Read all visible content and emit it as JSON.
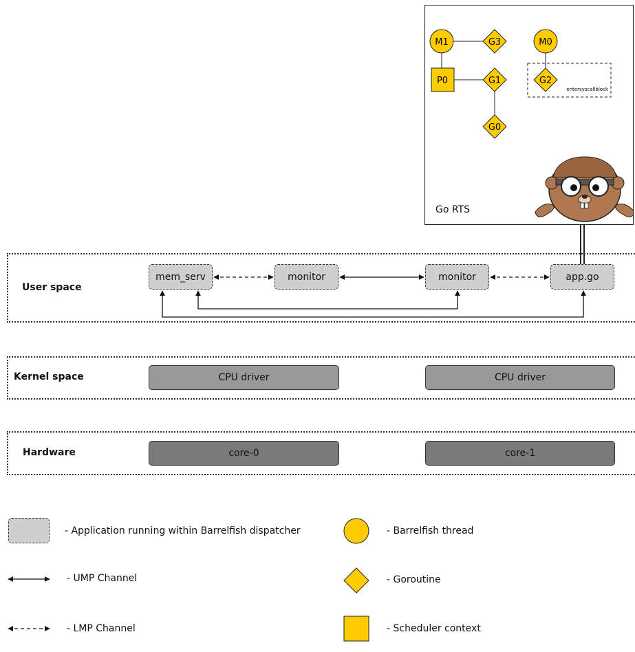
{
  "rts": {
    "title": "Go RTS",
    "threads": [
      "M1",
      "M0"
    ],
    "goroutines": [
      "G3",
      "G1",
      "G0",
      "G2"
    ],
    "scheduler": "P0",
    "syscall_label": "entersyscallblock"
  },
  "layers": {
    "user": "User space",
    "kernel": "Kernel space",
    "hardware": "Hardware"
  },
  "user_space": {
    "mem_serv": "mem_serv",
    "monitor_0": "monitor",
    "monitor_1": "monitor",
    "app": "app.go"
  },
  "kernel_space": {
    "cpu_driver_0": "CPU driver",
    "cpu_driver_1": "CPU driver"
  },
  "hardware": {
    "core_0": "core-0",
    "core_1": "core-1"
  },
  "legend": {
    "app": "- Application running within Barrelfish dispatcher",
    "ump": "- UMP Channel",
    "lmp": "- LMP Channel",
    "thread": "- Barrelfish thread",
    "goroutine": "- Goroutine",
    "scheduler": "- Scheduler context"
  },
  "colors": {
    "node_fill": "#ffcc00",
    "app_fill": "#cfcfcf",
    "kernel_fill": "#999999",
    "hardware_fill": "#7a7a7a"
  }
}
